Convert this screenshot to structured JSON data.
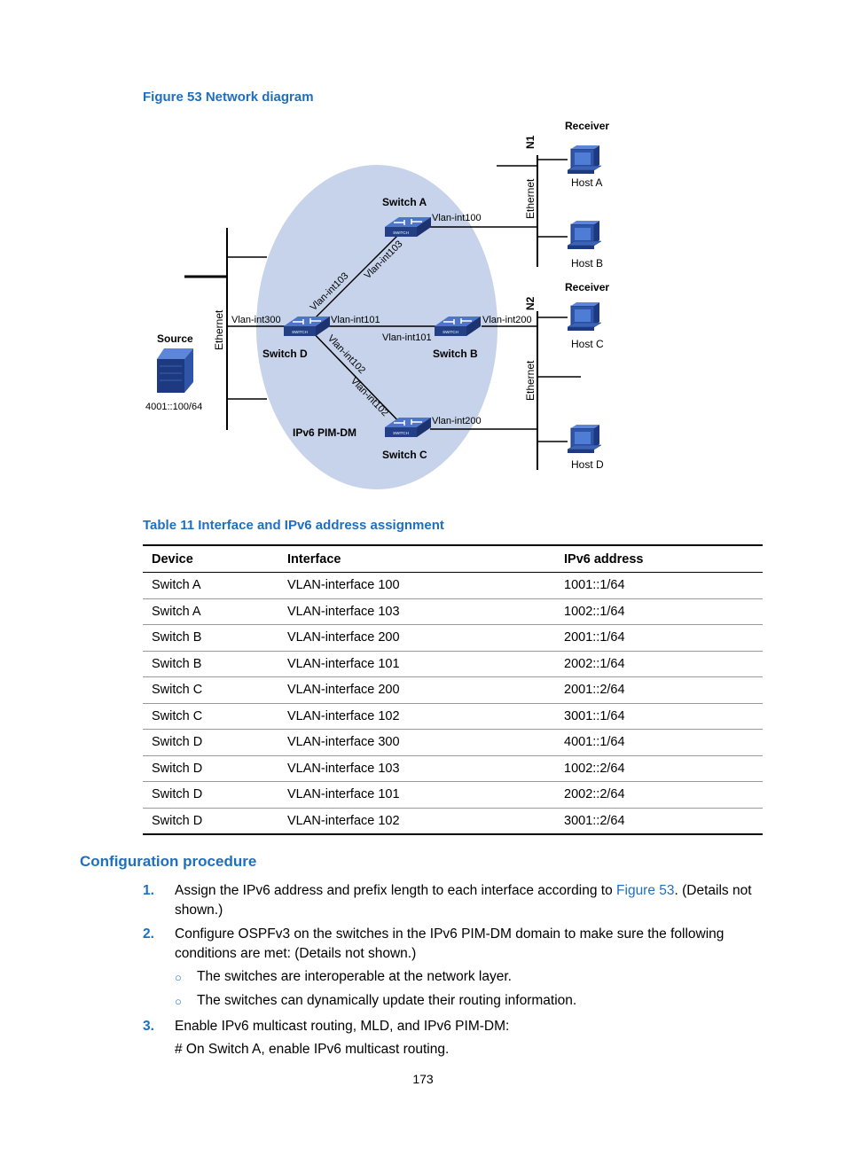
{
  "figure_caption": "Figure 53 Network diagram",
  "diagram": {
    "domain_label": "IPv6 PIM-DM",
    "source_label": "Source",
    "source_address": "4001::100/64",
    "ethernet": "Ethernet",
    "n1": "N1",
    "n2": "N2",
    "receiver": "Receiver",
    "switch_a": "Switch A",
    "switch_b": "Switch B",
    "switch_c": "Switch C",
    "switch_d": "Switch D",
    "host_a": "Host A",
    "host_b": "Host B",
    "host_c": "Host C",
    "host_d": "Host D",
    "vlan100": "Vlan-int100",
    "vlan103": "Vlan-int103",
    "vlan101": "Vlan-int101",
    "vlan102": "Vlan-int102",
    "vlan200": "Vlan-int200",
    "vlan300": "Vlan-int300",
    "switch_icon_text": "SWITCH"
  },
  "table_caption": "Table 11 Interface and IPv6 address assignment",
  "table": {
    "headers": [
      "Device",
      "Interface",
      "IPv6 address"
    ],
    "rows": [
      [
        "Switch A",
        "VLAN-interface 100",
        "1001::1/64"
      ],
      [
        "Switch A",
        "VLAN-interface 103",
        "1002::1/64"
      ],
      [
        "Switch B",
        "VLAN-interface 200",
        "2001::1/64"
      ],
      [
        "Switch B",
        "VLAN-interface 101",
        "2002::1/64"
      ],
      [
        "Switch C",
        "VLAN-interface 200",
        "2001::2/64"
      ],
      [
        "Switch C",
        "VLAN-interface 102",
        "3001::1/64"
      ],
      [
        "Switch D",
        "VLAN-interface 300",
        "4001::1/64"
      ],
      [
        "Switch D",
        "VLAN-interface 103",
        "1002::2/64"
      ],
      [
        "Switch D",
        "VLAN-interface 101",
        "2002::2/64"
      ],
      [
        "Switch D",
        "VLAN-interface 102",
        "3001::2/64"
      ]
    ]
  },
  "section_title": "Configuration procedure",
  "steps": {
    "s1_num": "1.",
    "s1_pre": "Assign the IPv6 address and prefix length to each interface according to ",
    "s1_link": "Figure 53",
    "s1_post": ". (Details not shown.)",
    "s2_num": "2.",
    "s2_text": "Configure OSPFv3 on the switches in the IPv6 PIM-DM domain to make sure the following conditions are met: (Details not shown.)",
    "bullet_symbol": "○",
    "b1": "The switches are interoperable at the network layer.",
    "b2": "The switches can dynamically update their routing information.",
    "s3_num": "3.",
    "s3_text": "Enable IPv6 multicast routing, MLD, and IPv6 PIM-DM:",
    "s3_para": "# On Switch A, enable IPv6 multicast routing."
  },
  "page_number": "173"
}
